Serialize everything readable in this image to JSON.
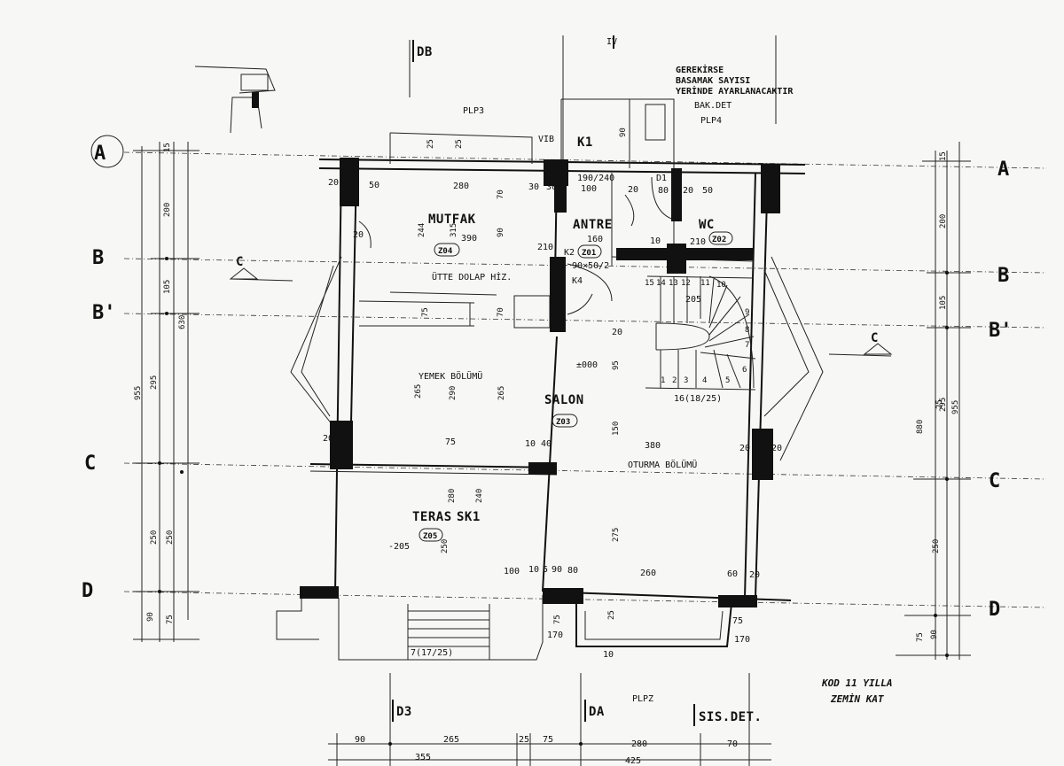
{
  "rooms": {
    "mutfak": "MUTFAK",
    "mutfak_code": "Z04",
    "antre": "ANTRE",
    "antre_code": "Z01",
    "wc": "WC",
    "wc_code": "Z02",
    "yemek": "YEMEK BÖLÜMÜ",
    "salon": "SALON",
    "salon_code": "Z03",
    "oturma": "OTURMA BÖLÜMÜ",
    "teras": "TERAS",
    "teras_sk": "SK1",
    "teras_code": "Z05"
  },
  "labels": {
    "k1": "K1",
    "k2": "K2",
    "d1": "D1",
    "vib": "VIB",
    "k4": "K4",
    "plp3": "PLP3",
    "plp4": "PLP4",
    "plpz": "PLPZ",
    "bak_det": "BAK.DET",
    "dolap": "ÜTTE DOLAP HİZ.",
    "stair_count": "16(18/25)",
    "stair_bottom": "7(17/25)",
    "level_205": "-205",
    "level_000": "±000",
    "opening_190": "190/240",
    "opening_90": "90×50/2"
  },
  "note": [
    "GEREKİRSE",
    "BASAMAK SAYISI",
    "YERİNDE AYARLANACAKTIR"
  ],
  "handwritten": [
    "KOD 11 YILLA",
    "ZEMİN KAT"
  ],
  "sections": {
    "db_top": "DB",
    "db_bottom": "D3",
    "da_bottom": "DA",
    "sis_det": "SIS.DET.",
    "c_left": "C",
    "c_right": "C",
    "iv": "IV"
  },
  "grid": {
    "left": [
      "A",
      "B",
      "B'",
      "C",
      "D"
    ],
    "right": [
      "A",
      "B",
      "B'",
      "C",
      "D"
    ]
  },
  "dims": {
    "left_chain": [
      "15",
      "200",
      "105",
      "295",
      "250",
      "90"
    ],
    "left_total_1": "955",
    "left_total_2": "630",
    "left_sub": [
      "250",
      "75"
    ],
    "right_chain": [
      "15",
      "200",
      "105",
      "295",
      "250",
      "75"
    ],
    "right_total_1": "955",
    "right_total_2": "880",
    "right_sub": [
      "25",
      "90"
    ],
    "bottom_row1": [
      "90",
      "265",
      "25",
      "75",
      "280",
      "70"
    ],
    "bottom_row2": [
      "355",
      "425"
    ],
    "interior": {
      "d20a": "20",
      "d50": "50",
      "d280": "280",
      "d30a": "30",
      "d30b": "30",
      "d100": "100",
      "d20b": "20",
      "d80": "80",
      "d20c": "20",
      "d50b": "50",
      "d390": "390",
      "d160": "160",
      "d210": "210",
      "d25a": "25",
      "d25b": "25",
      "d90a": "90",
      "d90b": "90",
      "d70a": "70",
      "d70b": "70",
      "d244": "244",
      "d315": "315",
      "d75a": "75",
      "d265a": "265",
      "d290": "290",
      "d265b": "265",
      "d20d": "20",
      "d20e": "20",
      "d75b": "75",
      "d10a": "10",
      "d40": "40",
      "d95": "95",
      "d150": "150",
      "d380": "380",
      "d20f": "20",
      "d20g": "20",
      "d280b": "280",
      "d240": "240",
      "d250": "250",
      "d100b": "100",
      "d10b": "10",
      "d5": "5",
      "d90c": "90",
      "d80b": "80",
      "d275": "275",
      "d260": "260",
      "d60": "60",
      "d20h": "20",
      "d75c": "75",
      "d170a": "170",
      "d170b": "170",
      "d10c": "10",
      "d25c": "25",
      "d75d": "75",
      "d205": "205",
      "d20i": "20",
      "d10d": "10",
      "d210b": "210"
    },
    "stairs": [
      "1",
      "2",
      "3",
      "4",
      "5",
      "6",
      "7",
      "8",
      "9",
      "10",
      "11",
      "12",
      "13",
      "14",
      "15"
    ]
  }
}
